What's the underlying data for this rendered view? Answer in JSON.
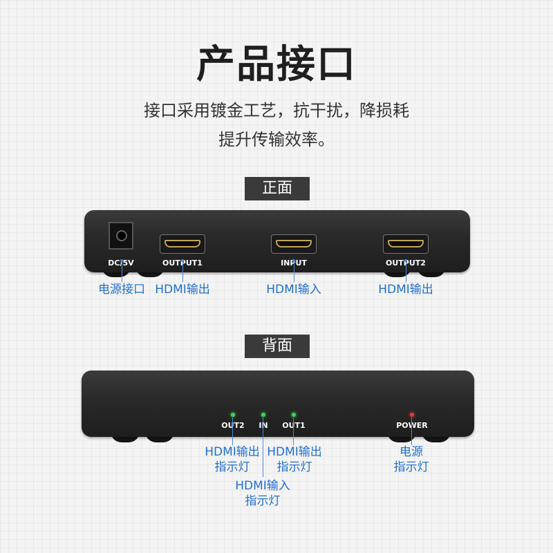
{
  "heading": {
    "title": "产品接口",
    "subtitle_line1": "接口采用镀金工艺，抗干扰，降损耗",
    "subtitle_line2": "提升传输效率。"
  },
  "front": {
    "section_label": "正面",
    "ports": {
      "dc": "DC/5V",
      "output1": "OUTPUT1",
      "input": "INPUT",
      "output2": "OUTPUT2"
    },
    "captions": {
      "dc": "电源接口",
      "output1": "HDMI输出",
      "input": "HDMI输入",
      "output2": "HDMI输出"
    }
  },
  "back": {
    "section_label": "背面",
    "leds": {
      "out2": "OUT2",
      "in": "IN",
      "out1": "OUT1",
      "power": "POWER"
    },
    "led_colors": {
      "green": "#3fd35a",
      "red": "#e23a3a"
    },
    "captions": {
      "out2_line1": "HDMI输出",
      "out2_line2": "指示灯",
      "in_line1": "HDMI输入",
      "in_line2": "指示灯",
      "out1_line1": "HDMI输出",
      "out1_line2": "指示灯",
      "power_line1": "电源",
      "power_line2": "指示灯"
    }
  },
  "colors": {
    "caption_blue": "#1f6fd0",
    "label_bg": "#3a3a3a"
  }
}
